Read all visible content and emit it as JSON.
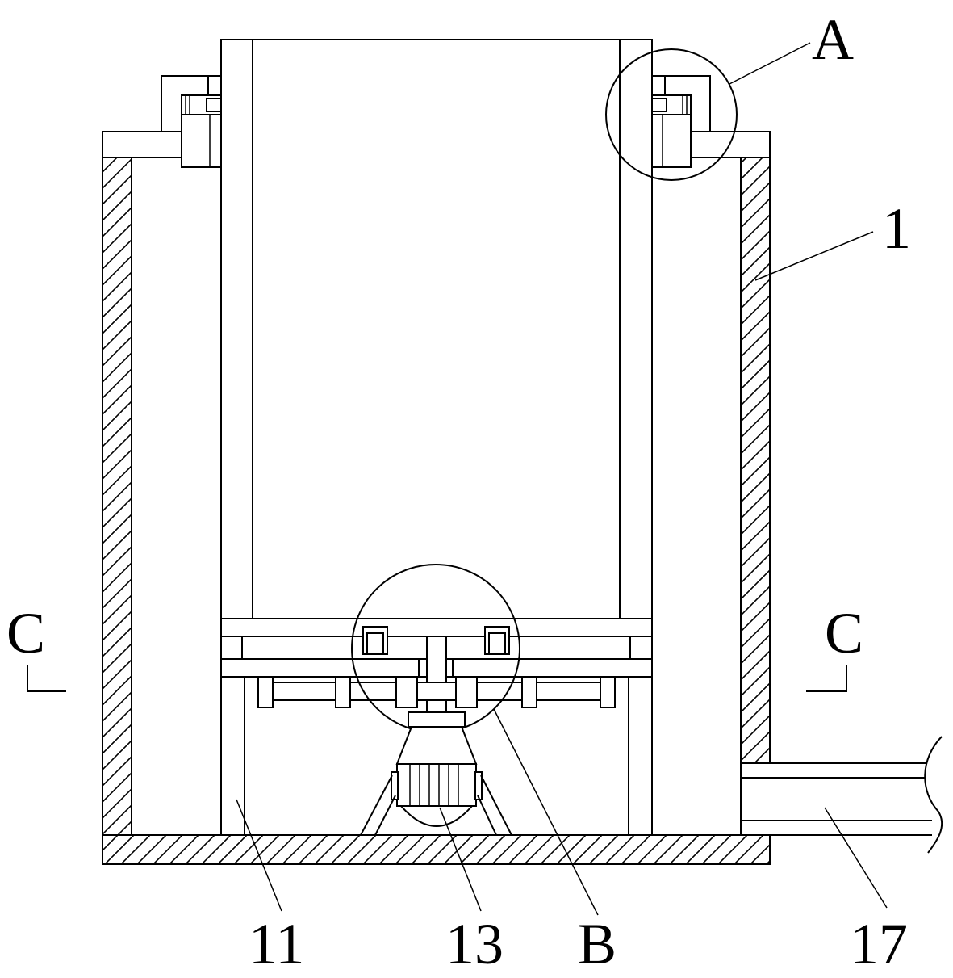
{
  "labels": {
    "A": "A",
    "one": "1",
    "B": "B",
    "eleven": "11",
    "thirteen": "13",
    "seventeen": "17",
    "section_left": "C",
    "section_right": "C"
  }
}
